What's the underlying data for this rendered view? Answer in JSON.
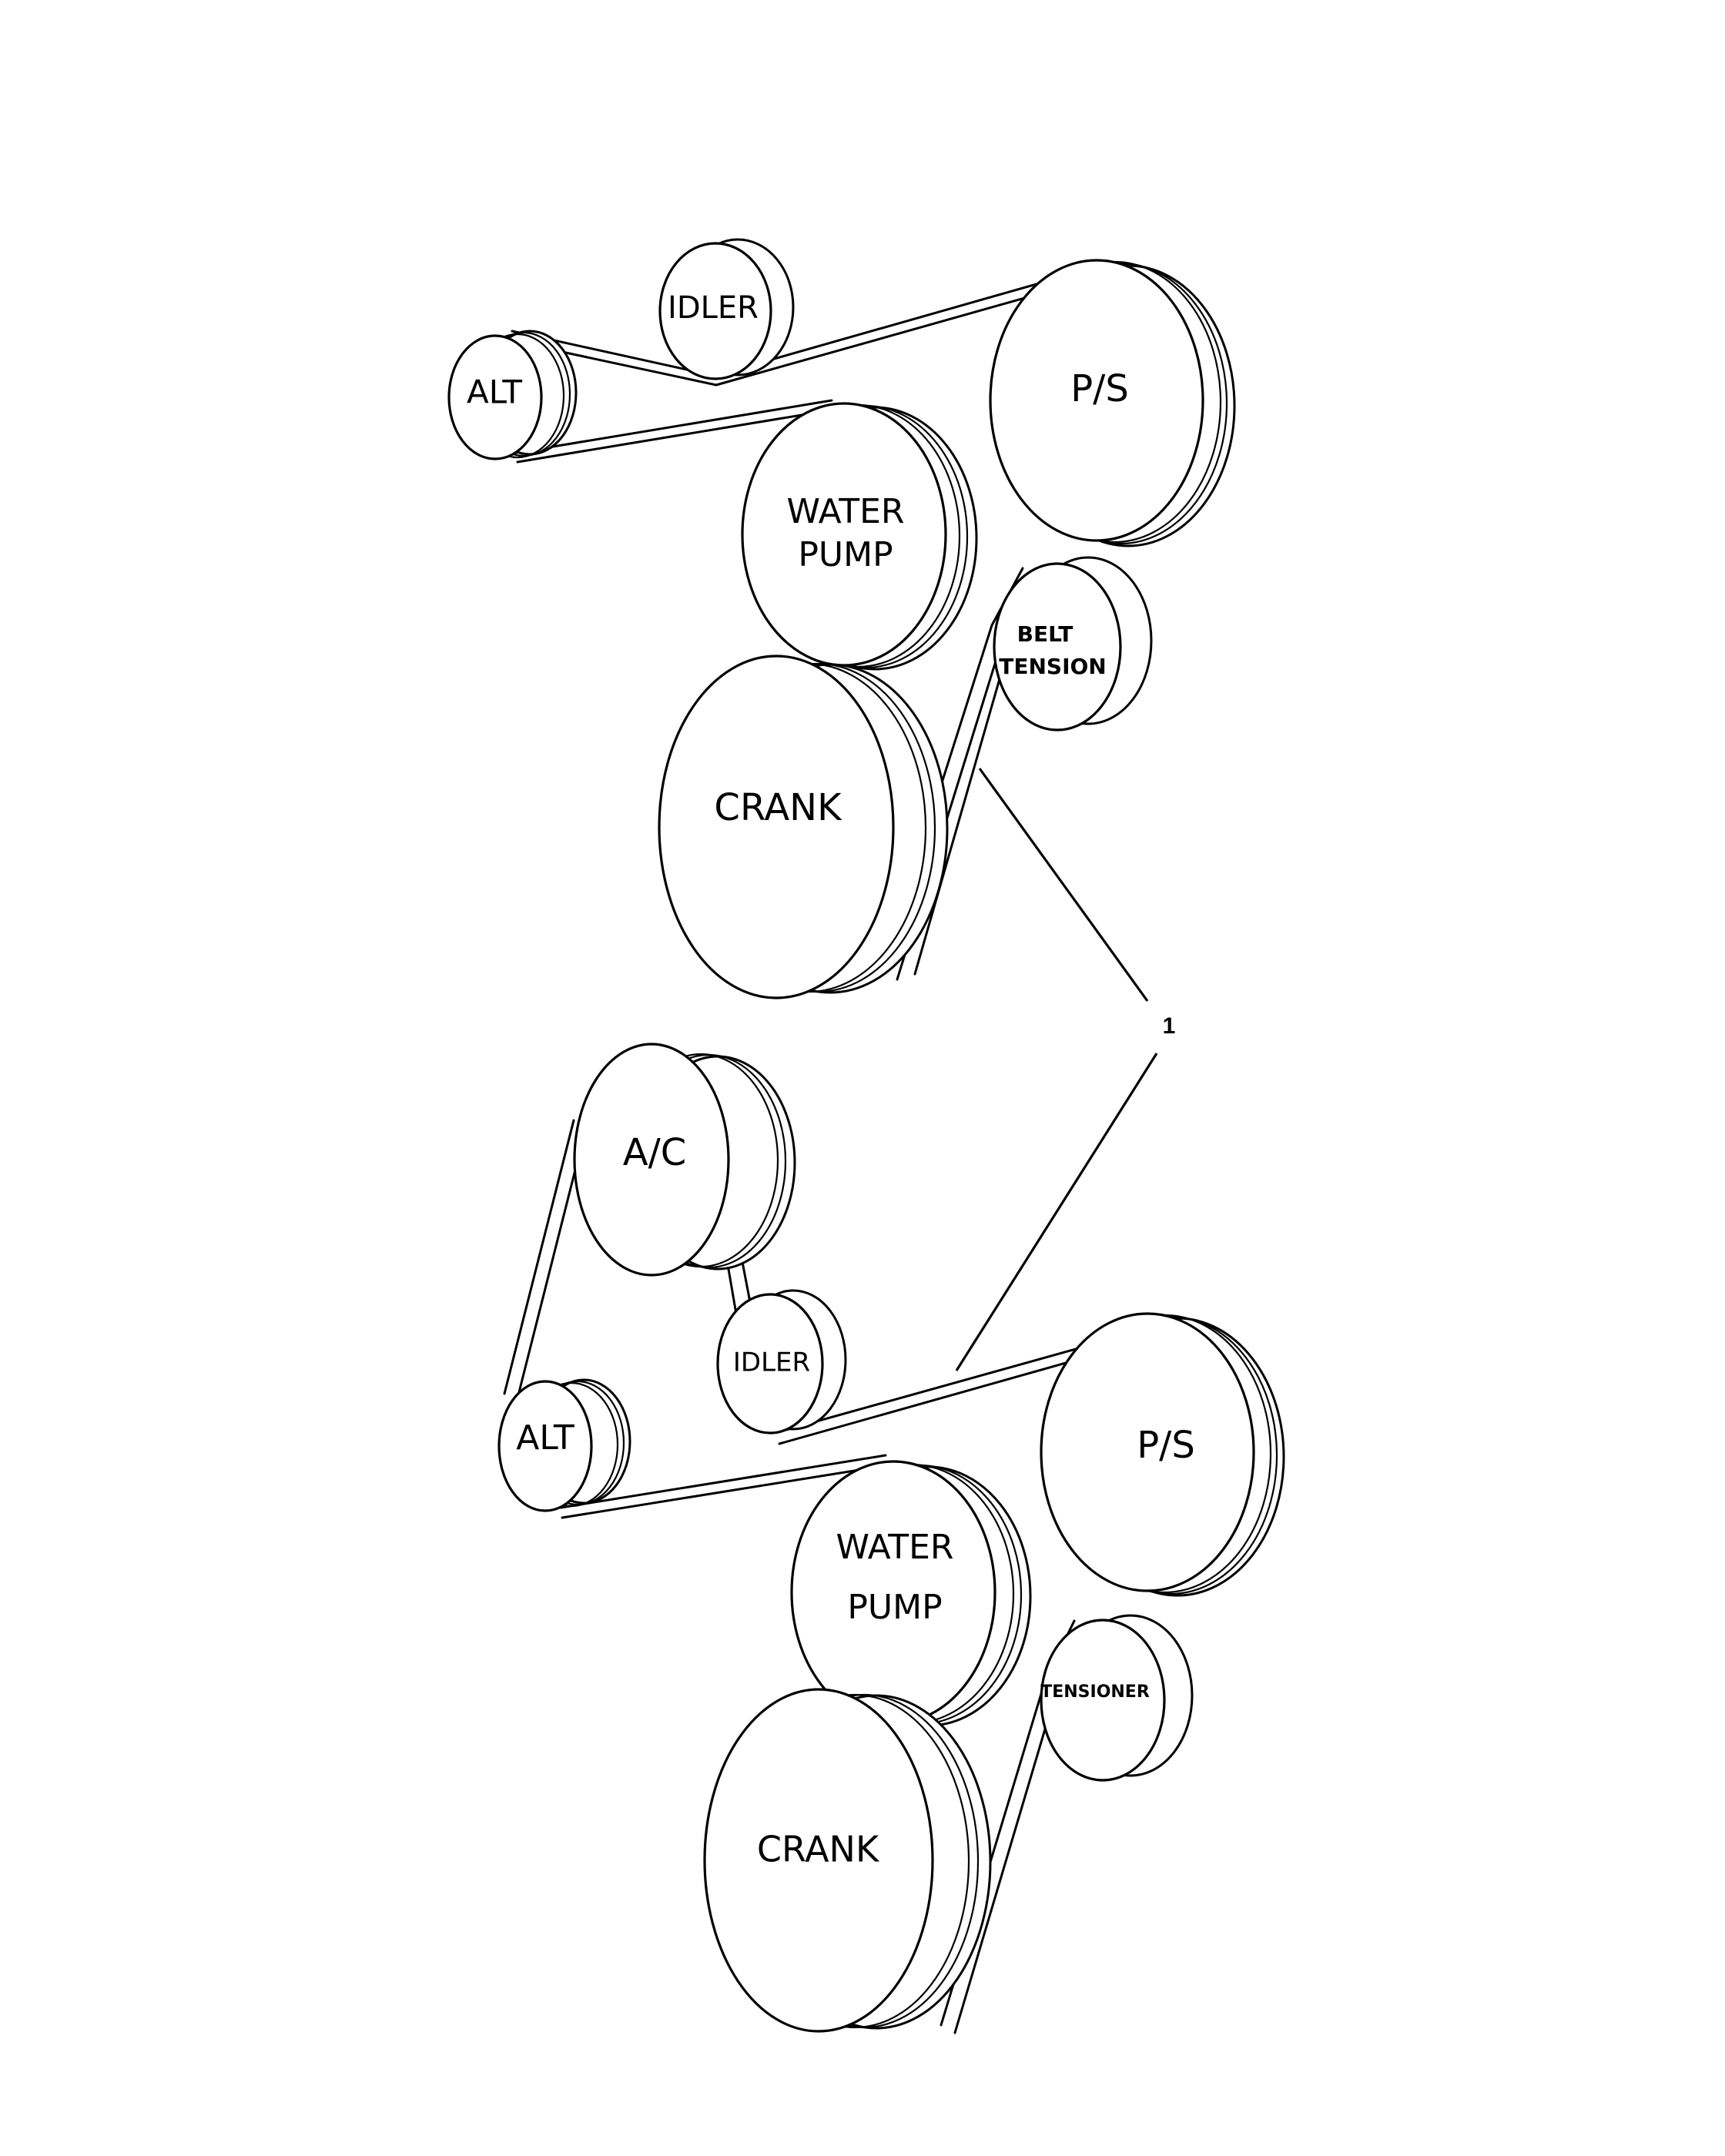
{
  "diagram_top": {
    "alt": "ALT",
    "idler": "IDLER",
    "ps": "P/S",
    "water_pump": [
      "WATER",
      "PUMP"
    ],
    "belt_tension": [
      "BELT",
      "TENSION"
    ],
    "crank": "CRANK"
  },
  "diagram_bottom": {
    "ac": "A/C",
    "idler": "IDLER",
    "alt": "ALT",
    "ps": "P/S",
    "water_pump": [
      "WATER",
      "PUMP"
    ],
    "tensioner": "TENSIONER",
    "crank": "CRANK"
  },
  "callout": "1"
}
